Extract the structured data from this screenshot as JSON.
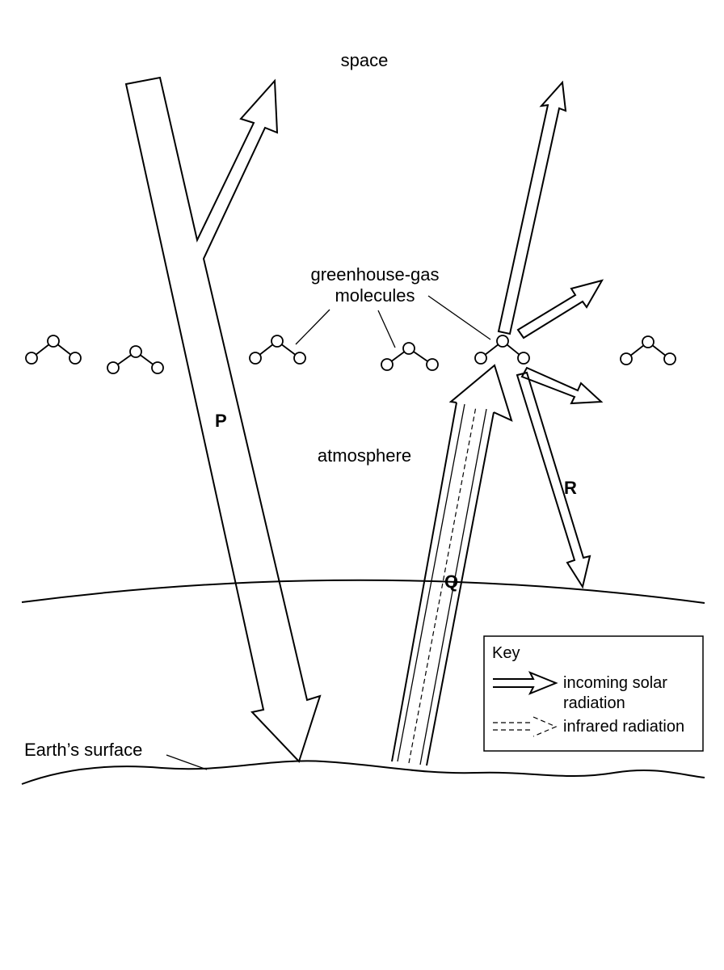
{
  "labels": {
    "space": "space",
    "atmosphere": "atmosphere",
    "greenhouse_line1": "greenhouse-gas",
    "greenhouse_line2": "molecules",
    "earth_surface": "Earth’s surface",
    "arrow_p": "P",
    "arrow_q": "Q",
    "arrow_r": "R"
  },
  "key": {
    "title": "Key",
    "solar_line1": "incoming solar",
    "solar_line2": "radiation",
    "infrared": "infrared radiation"
  },
  "colors": {
    "stroke": "#000000",
    "fill": "#ffffff"
  }
}
